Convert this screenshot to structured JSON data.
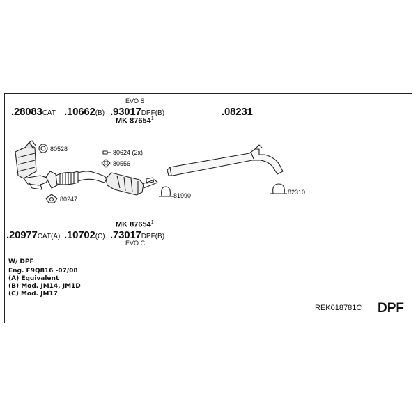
{
  "header": {
    "evo_top": "EVO S",
    "evo_bottom": "EVO C"
  },
  "parts_top": [
    {
      "num": ".28083",
      "suffix": "CAT"
    },
    {
      "num": ".10662",
      "suffix": "(B)"
    },
    {
      "num": ".93017",
      "suffix": "DPF(B)"
    },
    {
      "num": ".08231",
      "suffix": ""
    }
  ],
  "parts_bottom": [
    {
      "num": ".20977",
      "suffix": "CAT(A)"
    },
    {
      "num": ".10702",
      "suffix": "(C)"
    },
    {
      "num": ".73017",
      "suffix": "DPF(B)"
    }
  ],
  "mk_top": {
    "label": "MK 87654",
    "sup": "1"
  },
  "mk_bottom": {
    "label": "MK 87654",
    "sup": "1"
  },
  "accessories": {
    "a1": "80528",
    "a2": "80247",
    "a3": "80624 (2x)",
    "a4": "80556",
    "a5": "81990",
    "a6": "82310"
  },
  "notes": [
    "W/ DPF",
    "Eng. F9Q816  -07/08",
    "(A) Equivalent",
    "(B) Mod. JM14, JM1D",
    "(C) Mod. JM17"
  ],
  "footer": {
    "code": "REK018781C",
    "type": "DPF"
  }
}
